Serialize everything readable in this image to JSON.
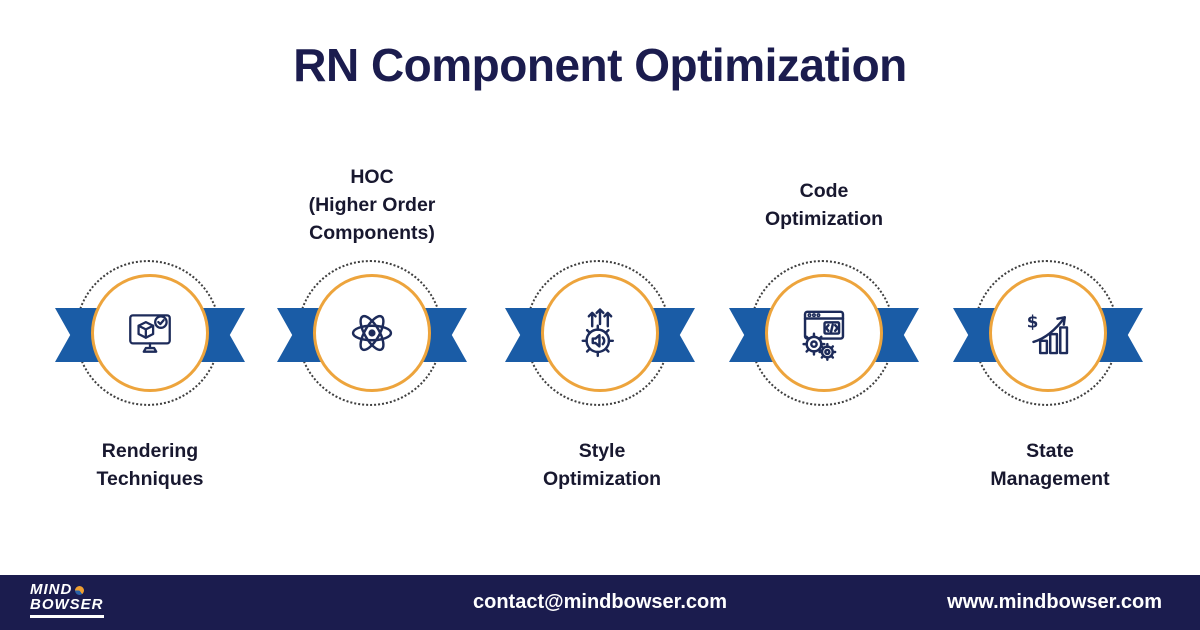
{
  "title": "RN Component Optimization",
  "items": [
    {
      "label": "Rendering\nTechniques",
      "icon": "monitor-render-icon",
      "label_position": "below"
    },
    {
      "label": "HOC\n(Higher Order\nComponents)",
      "icon": "react-atom-icon",
      "label_position": "above"
    },
    {
      "label": "Style\nOptimization",
      "icon": "gear-up-arrows-icon",
      "label_position": "below"
    },
    {
      "label": "Code\nOptimization",
      "icon": "code-window-gears-icon",
      "label_position": "above"
    },
    {
      "label": "State\nManagement",
      "icon": "growth-chart-dollar-icon",
      "label_position": "below"
    }
  ],
  "footer": {
    "logo": {
      "line1": "MIND",
      "line2": "BOWSER"
    },
    "email": "contact@mindbowser.com",
    "website": "www.mindbowser.com"
  },
  "colors": {
    "title": "#1b1c4e",
    "ribbon_blue": "#1a5ca6",
    "ring_orange": "#eda43c",
    "footer_bg": "#1b1c4e",
    "icon_navy": "#1d2b5a"
  }
}
